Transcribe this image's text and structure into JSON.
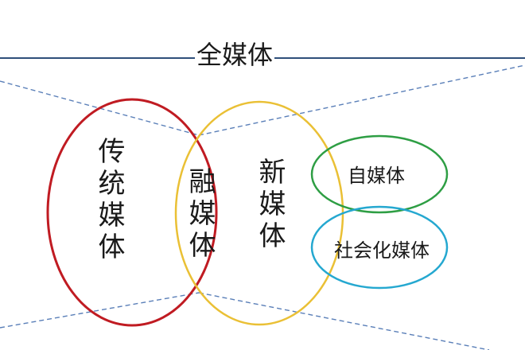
{
  "title": "全媒体",
  "labels": {
    "traditional": "传统媒体",
    "fusion": "融媒体",
    "new_media": "新媒体",
    "self_media": "自媒体",
    "social_media": "社会化媒体"
  },
  "colors": {
    "line": "#2f4f7a",
    "traditional": "#c01b22",
    "new_media": "#eac035",
    "self_media": "#2e9e44",
    "social_media": "#25a8d0",
    "dashed": "#5a7fb8"
  }
}
